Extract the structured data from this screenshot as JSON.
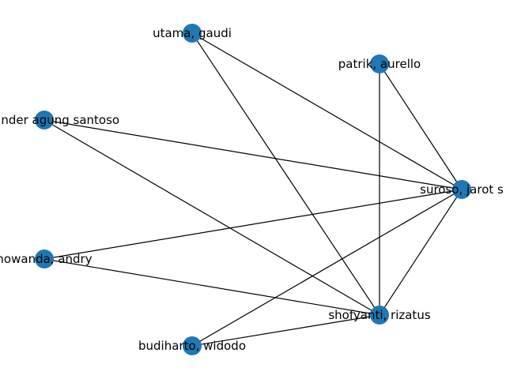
{
  "graph": {
    "node_color": "#1f77b4",
    "edge_color": "#000000",
    "nodes": [
      {
        "id": "utama",
        "label": "utama, gaudi"
      },
      {
        "id": "patrik",
        "label": "patrik, aurello"
      },
      {
        "id": "alexander",
        "label": "alexander agung santoso"
      },
      {
        "id": "suroso",
        "label": "suroso, jarot s"
      },
      {
        "id": "andry",
        "label": "nowanda, andry"
      },
      {
        "id": "shofyanti",
        "label": "shofyanti, rizatus"
      },
      {
        "id": "budiharto",
        "label": "budiharto, widodo"
      }
    ],
    "edges": [
      [
        "utama",
        "suroso"
      ],
      [
        "utama",
        "shofyanti"
      ],
      [
        "patrik",
        "suroso"
      ],
      [
        "patrik",
        "shofyanti"
      ],
      [
        "alexander",
        "suroso"
      ],
      [
        "alexander",
        "shofyanti"
      ],
      [
        "andry",
        "suroso"
      ],
      [
        "andry",
        "shofyanti"
      ],
      [
        "budiharto",
        "suroso"
      ],
      [
        "budiharto",
        "shofyanti"
      ],
      [
        "suroso",
        "shofyanti"
      ]
    ]
  }
}
